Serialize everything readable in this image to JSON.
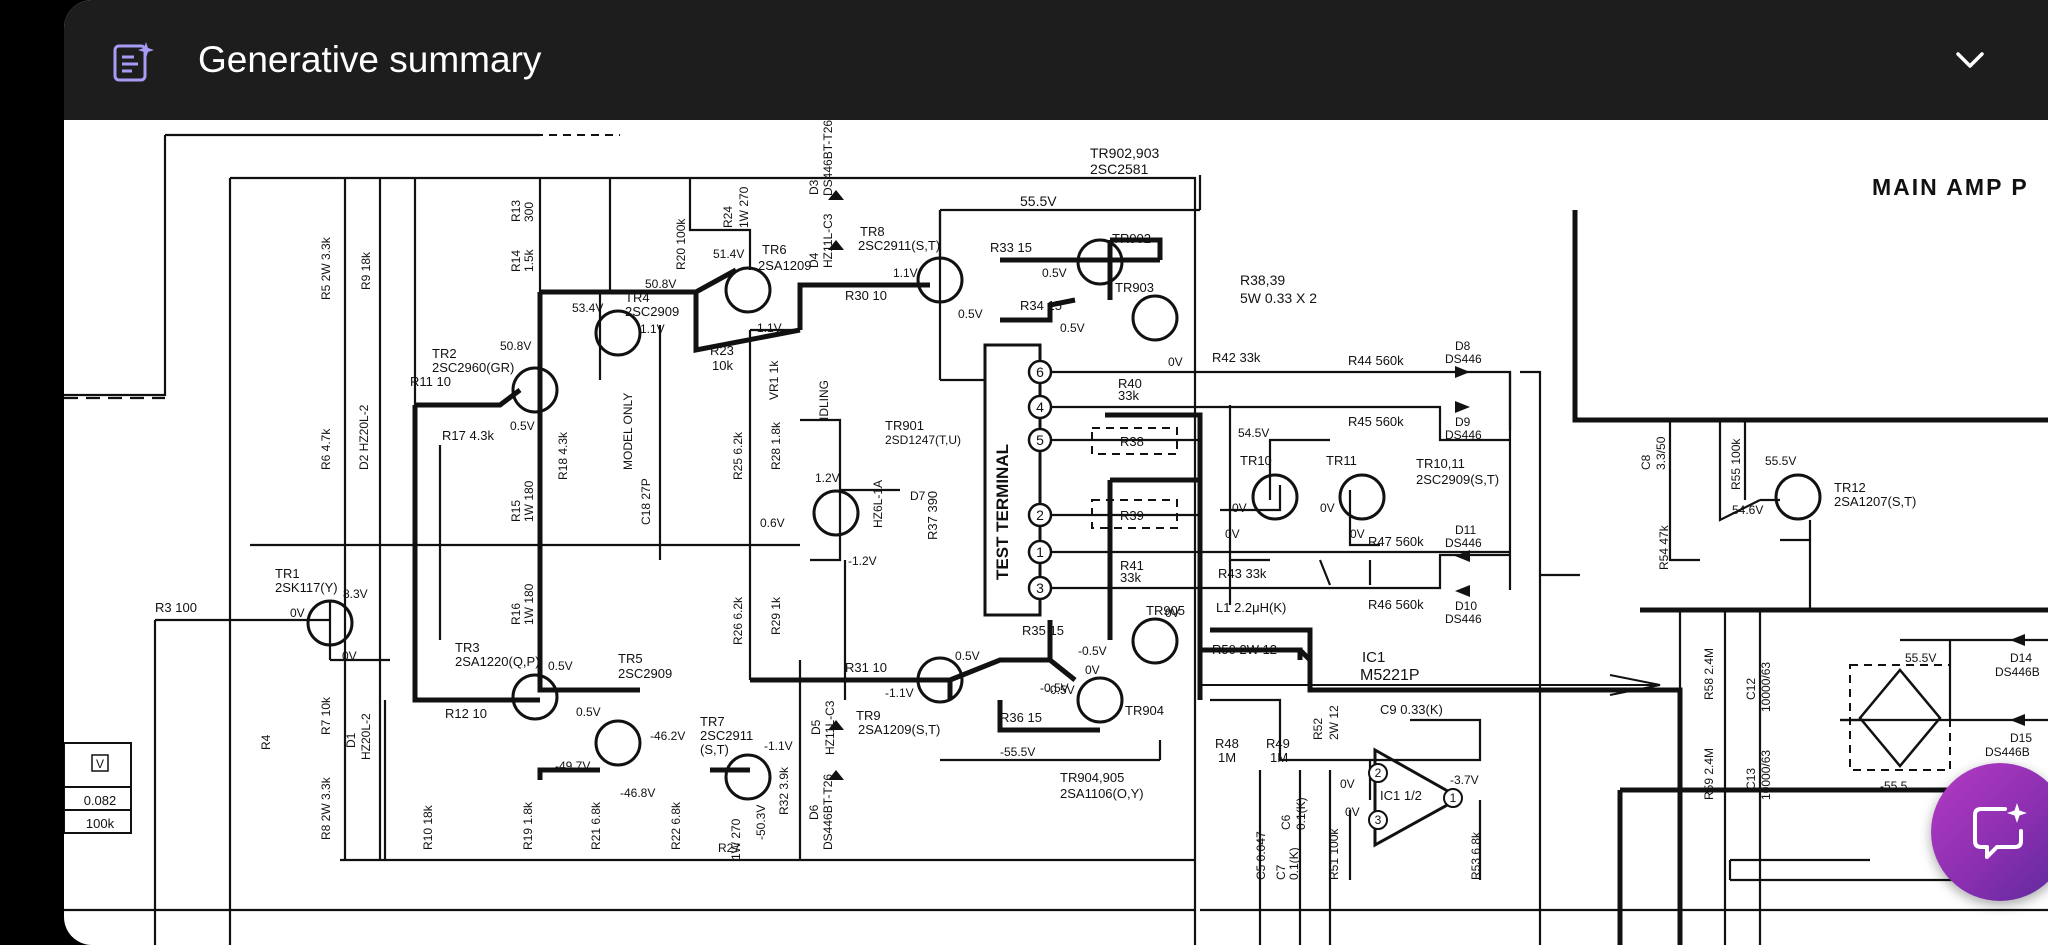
{
  "header": {
    "title": "Generative summary",
    "icons": {
      "leading": "generative-summary-icon",
      "trailing": "chevron-down-icon"
    }
  },
  "schematic": {
    "heading": "MAIN AMP P",
    "labels": {
      "tr902_903": "TR902,903",
      "tr902_903_part": "2SC2581",
      "v55_5": "55.5V",
      "tr8": "TR8",
      "tr8_part": "2SC2911(S,T)",
      "tr902": "TR902",
      "tr903": "TR903",
      "r33": "R33  15",
      "r34": "R34  15",
      "r38_39": "R38,39",
      "r38_39_val": "5W  0.33 X 2",
      "r42": "R42  33k",
      "r44": "R44  560k",
      "d8": "D8",
      "d8_part": "DS446",
      "r45": "R45  560k",
      "d9": "D9",
      "d9_part": "DS446",
      "test_terminal": "TEST TERMINAL",
      "r40": "R40",
      "r40_val": "33k",
      "r38": "R38",
      "r39": "R39",
      "r41": "R41",
      "r41_val": "33k",
      "tr10": "TR10",
      "tr11": "TR11",
      "tr10_11": "TR10,11",
      "tr10_11_part": "2SC2909(S,T)",
      "r47": "R47  560k",
      "d11": "D11",
      "d11_part": "DS446",
      "r43": "R43  33k",
      "r46": "R46  560k",
      "d10": "D10",
      "d10_part": "DS446",
      "l1": "L1   2.2μH(K)",
      "r50": "R50  2W 12",
      "ic1": "IC1",
      "ic1_part": "M5221P",
      "c9": "C9  0.33(K)",
      "ic1_half": "IC1 1/2",
      "r48": "R48",
      "r48_val": "1M",
      "r49": "R49",
      "r49_val": "1M",
      "r52": "R52",
      "r52_val": "2W 12",
      "tr904": "TR904",
      "tr905": "TR905",
      "tr904_905": "TR904,905",
      "tr904_905_part": "2SA1106(O,Y)",
      "r35": "R35  15",
      "r36": "R36  15",
      "tr9": "TR9",
      "tr9_part": "2SA1209(S,T)",
      "r31": "R31  10",
      "r30": "R30  10",
      "tr901": "TR901",
      "tr901_part": "2SD1247(T,U)",
      "d7": "D7",
      "d7_part": "HZ6L-1A",
      "idling": "IDLING",
      "vr1": "VR1  1k",
      "r37": "R37  390",
      "tr6": "TR6",
      "tr6_part": "2SA1209",
      "tr7": "TR7",
      "tr7_part": "2SC2911",
      "st": "(S,T)",
      "r23": "R23",
      "r23_val": "10k",
      "r20": "R20  100k",
      "r24": "R24",
      "r24_val": "1W 270",
      "r27": "R27",
      "r27_val": "1W 270",
      "tr4": "TR4",
      "tr4_part": "2SC2909",
      "tr5": "TR5",
      "tr5_part": "2SC2909",
      "model_only": "MODEL ONLY",
      "c18": "C18  27P",
      "r13": "R13",
      "r13_val": "300",
      "r14": "R14",
      "r14_val": "1.5k",
      "tr2": "TR2",
      "tr2_part": "2SC2960(GR)",
      "r11": "R11  10",
      "r17": "R17  4.3k",
      "r18": "R18  4.3k",
      "r15": "R15",
      "r15_val": "1W 180",
      "r16": "R16",
      "r16_val": "1W 180",
      "tr3": "TR3",
      "tr3_part": "2SA1220(Q,P)",
      "r12": "R12  10",
      "tr1": "TR1",
      "tr1_part": "2SK117(Y)",
      "r3": "R3  100",
      "r5": "R5  2W 3.3k",
      "r9": "R9  18k",
      "r6": "R6  4.7k",
      "d2": "D2  HZ20L-2",
      "r7": "R7  10k",
      "d1": "D1",
      "d1_part": "HZ20L-2",
      "r8": "R8  2W 3.3k",
      "r4": "R4",
      "r10": "R10  18k",
      "r19": "R19  1.8k",
      "r21": "R21  6.8k",
      "r22": "R22  6.8k",
      "r25": "R25  6.2k",
      "r26": "R26  6.2k",
      "r28": "R28  1.8k",
      "r29": "R29  1k",
      "r32": "R32  3.9k",
      "d3": "D3",
      "d3_part": "DS446BT-T26",
      "d4": "D4",
      "d4_part": "HZ11L-C3",
      "d5": "D5",
      "d5_part": "HZ11L-C3",
      "d6": "D6",
      "d6_part": "DS446BT-T26",
      "c8": "C8",
      "c8_val": "3.3/50",
      "r55": "R55  100k",
      "r54": "R54  47k",
      "tr12": "TR12",
      "tr12_part": "2SA1207(S,T)",
      "r58": "R58  2.4M",
      "c12": "C12",
      "c12_val": "10000/63",
      "r59": "R59  2.4M",
      "c13": "C13",
      "c13_val": "10000/63",
      "d14": "D14",
      "d14_part": "DS446B",
      "d15": "D15",
      "d15_part": "DS446B",
      "c5": "C5  0.047",
      "c6": "C6",
      "c6_val": "0.1(K)",
      "c7": "C7",
      "c7_val": "0.1(K)",
      "r51": "R51  100k",
      "r53": "R53  6.8k",
      "table_head": "V",
      "table_r1": "0.082",
      "table_r2": "100k"
    },
    "voltages": [
      "50.8V",
      "51.4V",
      "53.4V",
      "50.8V",
      "0.5V",
      "1.1V",
      "1.1V",
      "1.1V",
      "0.5V",
      "0.5V",
      "0.5V",
      "0V",
      "54.5V",
      "0V",
      "0V",
      "0V",
      "0V",
      "1.2V",
      "0.6V",
      "-1.2V",
      "0V",
      "-0.5V",
      "8.3V",
      "0V",
      "0V",
      "0.5V",
      "0.5V",
      "-46.2V",
      "-49.7V",
      "-46.8V",
      "-50.3V",
      "-1.1V",
      "-1.1V",
      "0.5V",
      "-0.5V",
      "-0.5V",
      "0V",
      "-55.5V",
      "0V",
      "-3.7V",
      "0V",
      "55.5V",
      "54.6V",
      "55.5V",
      "-55.5"
    ]
  }
}
